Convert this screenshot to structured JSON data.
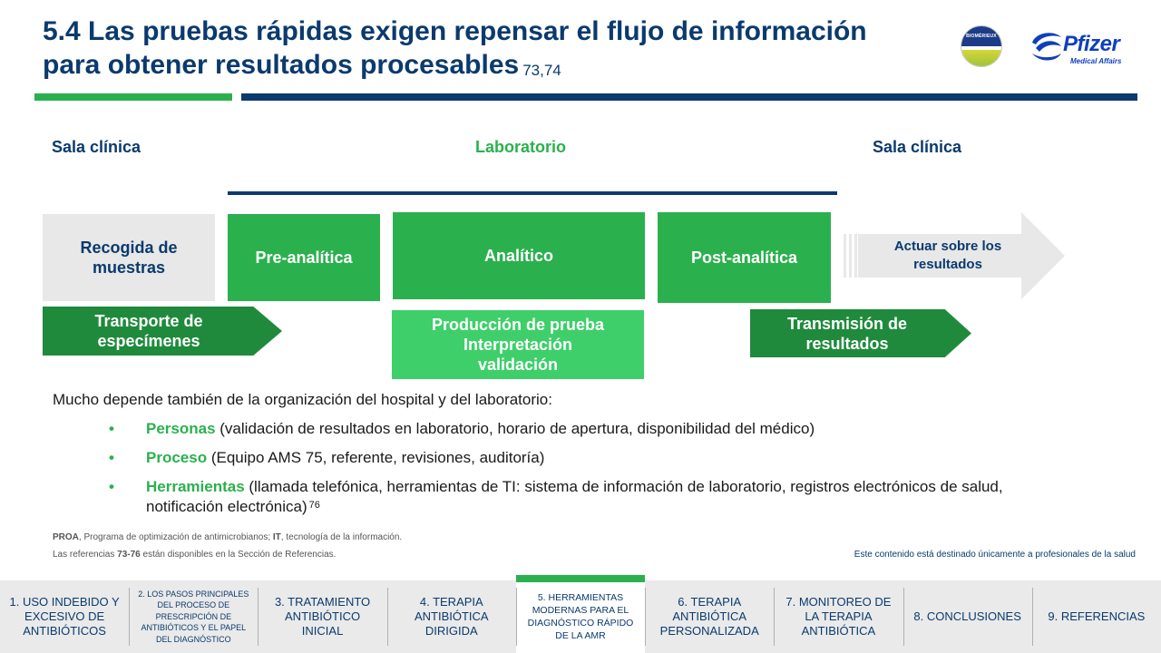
{
  "header": {
    "title": "5.4 Las pruebas rápidas exigen repensar el flujo de información para obtener resultados procesables",
    "title_refs": "73,74",
    "logo_left_text": "BIOMÉRIEUX",
    "logo_right_name": "Pfizer",
    "logo_right_sub": "Medical Affairs"
  },
  "columns": {
    "left": "Sala clínica",
    "center": "Laboratorio",
    "right": "Sala clínica"
  },
  "flow": {
    "collect": "Recogida de muestras",
    "pre": "Pre-analítica",
    "analytic": "Analítico",
    "post": "Post-analítica",
    "act": "Actuar sobre los resultados",
    "transport": "Transporte de especímenes",
    "production": "Producción de prueba",
    "interpretation": "Interpretación",
    "validation": "validación",
    "transmission": "Transmisión de resultados"
  },
  "body": {
    "intro": "Mucho depende también de la organización del hospital y del laboratorio:",
    "bullets": [
      {
        "keyword": "Personas",
        "text": " (validación de resultados en laboratorio, horario de apertura, disponibilidad del médico)",
        "ref": ""
      },
      {
        "keyword": "Proceso",
        "text": " (Equipo AMS 75, referente, revisiones, auditoría)",
        "ref": ""
      },
      {
        "keyword": "Herramientas",
        "text": " (llamada telefónica, herramientas de TI: sistema de información de laboratorio, registros electrónicos de salud, notificación electrónica)",
        "ref": "76"
      }
    ]
  },
  "footer": {
    "abbr_proa": "PROA",
    "abbr_proa_def": ", Programa de optimización de antimicrobianos; ",
    "abbr_it": "IT",
    "abbr_it_def": ", tecnología de la información.",
    "refs_prefix": "Las referencias ",
    "refs_bold": "73-76",
    "refs_suffix": " están disponibles en la Sección de Referencias.",
    "disclaimer": "Este contenido está destinado únicamente a profesionales de la salud"
  },
  "nav": [
    {
      "label": "1. Uso indebido y excesivo de antibióticos"
    },
    {
      "label": "2. Los pasos principales del proceso de prescripción de antibióticos y el papel del diagnóstico"
    },
    {
      "label": "3. Tratamiento antibiótico inicial"
    },
    {
      "label": "4. Terapia antibiótica dirigida"
    },
    {
      "label": "5. Herramientas modernas para el diagnóstico rápido de la AMR"
    },
    {
      "label": "6. Terapia antibiótica personalizada"
    },
    {
      "label": "7. Monitoreo de la terapia antibiótica"
    },
    {
      "label": "8. Conclusiones"
    },
    {
      "label": "9. Referencias"
    }
  ],
  "colors": {
    "navy": "#0a3a6e",
    "green": "#2bb04e",
    "dark_green": "#1f8a3c",
    "light_green": "#3ecf6a",
    "grey_box": "#e8e8e8"
  }
}
